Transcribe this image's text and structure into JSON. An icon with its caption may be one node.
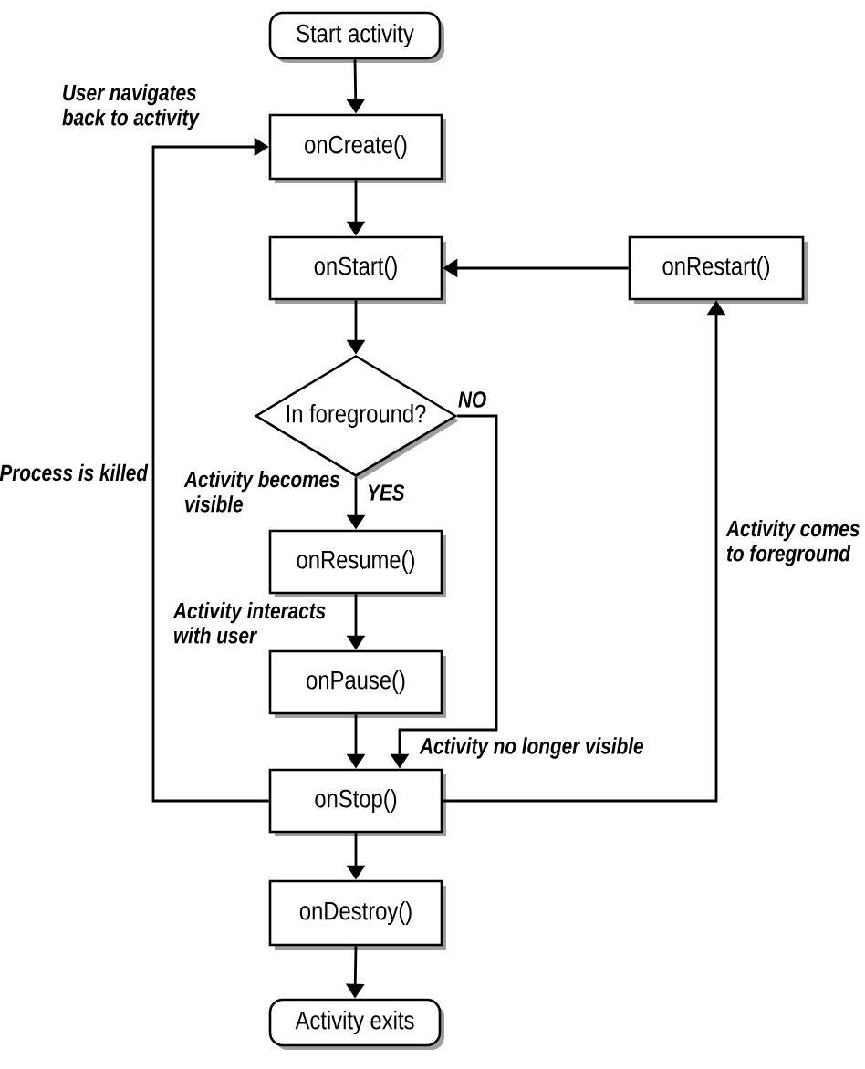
{
  "diagram": {
    "nodes": [
      {
        "text": [
          "Start activity"
        ]
      },
      {
        "text": [
          "onCreate()"
        ]
      },
      {
        "text": [
          "onStart()"
        ]
      },
      {
        "text": [
          "onRestart()"
        ]
      },
      {
        "text": [
          "In foreground?"
        ]
      },
      {
        "text": [
          "onResume()"
        ]
      },
      {
        "text": [
          "onPause()"
        ]
      },
      {
        "text": [
          "onStop()"
        ]
      },
      {
        "text": [
          "onDestroy()"
        ]
      },
      {
        "text": [
          "Activity exits"
        ]
      }
    ],
    "edges": [
      {
        "from": 0,
        "to": 1,
        "arrow": "to"
      },
      {
        "from": 1,
        "to": 2,
        "arrow": "to"
      },
      {
        "from": 3,
        "to": 2,
        "arrow": "to"
      },
      {
        "from": 2,
        "to": 4,
        "arrow": "to"
      },
      {
        "from": 4,
        "to": 5,
        "arrow": "to",
        "label": "YES"
      },
      {
        "from": 4,
        "to": 7,
        "arrow": "to",
        "label": "NO"
      },
      {
        "from": 5,
        "to": 6,
        "arrow": "to",
        "label": "Activity interacts with user"
      },
      {
        "from": 6,
        "to": 7,
        "arrow": "to"
      },
      {
        "from": 7,
        "to": 1,
        "arrow": "to",
        "label": "Process is killed"
      },
      {
        "from": 7,
        "to": 3,
        "arrow": "to",
        "label": "Activity comes to foreground"
      },
      {
        "from": 7,
        "to": 8,
        "arrow": "to"
      },
      {
        "from": 8,
        "to": 9,
        "arrow": "to"
      }
    ],
    "labels": [
      "User navigates back to activity",
      "Activity becomes visible",
      "Activity no longer visible"
    ]
  }
}
